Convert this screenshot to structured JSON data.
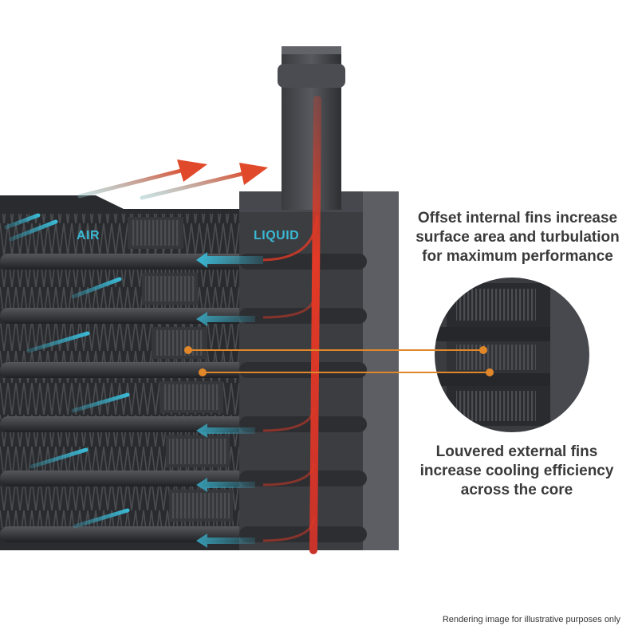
{
  "labels": {
    "air": "AIR",
    "liquid": "LIQUID"
  },
  "callouts": {
    "internal_fins": [
      "Offset internal fins increase",
      "surface area and turbulation",
      "for maximum performance"
    ],
    "external_fins": [
      "Louvered external fins",
      "increase cooling efficiency",
      "across the core"
    ]
  },
  "footnote": "Rendering image for illustrative purposes only",
  "colors": {
    "air_flow": "#3ab8d4",
    "hot_liquid": "#e23a26",
    "leader_line": "#e0872a",
    "core_dark": "#2c2d30",
    "text": "#3a3a3a"
  }
}
